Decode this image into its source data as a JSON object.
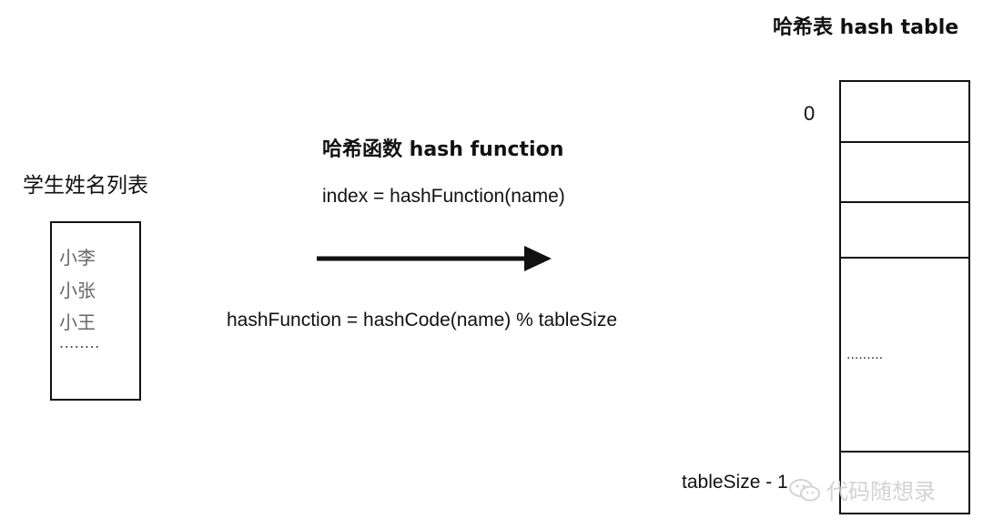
{
  "hash_table": {
    "title": "哈希表 hash table",
    "first_index_label": "0",
    "ellipsis": ".........",
    "last_index_label": "tableSize - 1"
  },
  "hash_function": {
    "title": "哈希函数 hash function",
    "index_formula": "index = hashFunction(name)",
    "definition_formula": "hashFunction = hashCode(name) % tableSize"
  },
  "student_list": {
    "title": "学生姓名列表",
    "names": [
      "小李",
      "小张",
      "小王"
    ],
    "ellipsis": "........"
  },
  "watermark": {
    "text": "代码随想录",
    "icon": "wechat-icon"
  }
}
